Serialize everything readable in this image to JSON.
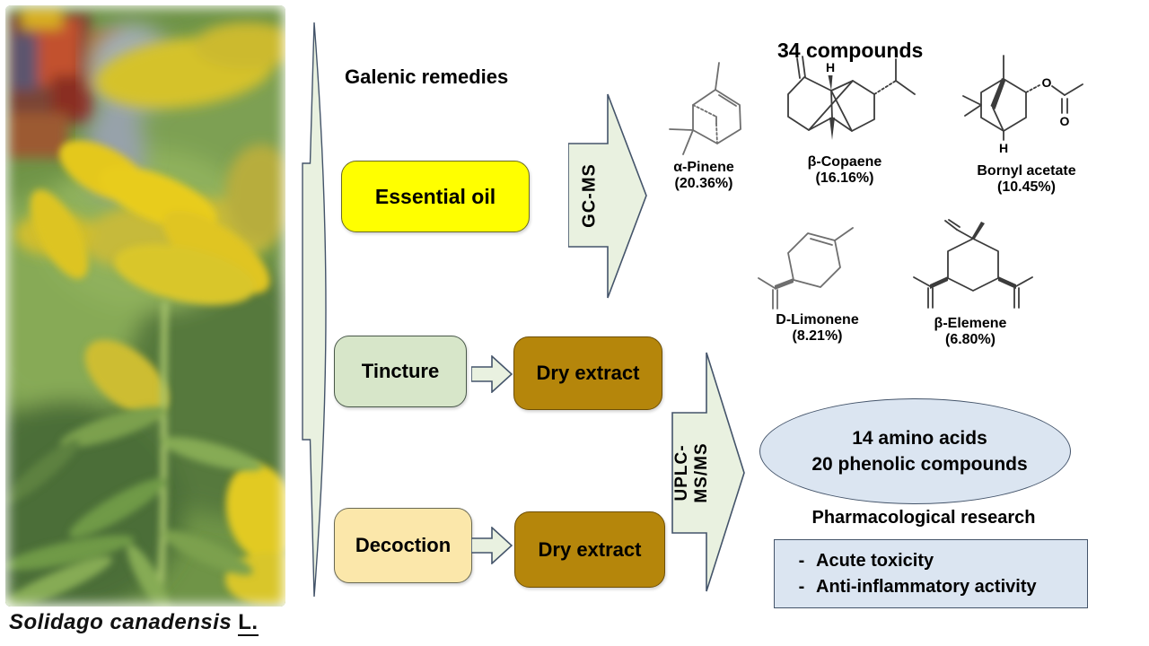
{
  "figure": {
    "species_caption": {
      "italic": "Solidago canadensis",
      "suffix": "L."
    },
    "galenic_heading": "Galenic remedies",
    "preparations": {
      "essential_oil": "Essential oil",
      "tincture": "Tincture",
      "decoction": "Decoction",
      "dry_extract": "Dry extract"
    },
    "methods": {
      "gcms": "GC-MS",
      "uplc_line1": "UPLC-",
      "uplc_line2": "MS/MS"
    },
    "gcms_results": {
      "heading": "34 compounds",
      "compounds": [
        {
          "name": "α-Pinene",
          "percent": "(20.36%)"
        },
        {
          "name": "β-Copaene",
          "percent": "(16.16%)"
        },
        {
          "name": "Bornyl acetate",
          "percent": "(10.45%)"
        },
        {
          "name": "D-Limonene",
          "percent": "(8.21%)"
        },
        {
          "name": "β-Elemene",
          "percent": "(6.80%)"
        }
      ],
      "atom_labels": {
        "o": "O",
        "h": "H"
      }
    },
    "uplc_results": {
      "line1": "14 amino acids",
      "line2": "20 phenolic compounds"
    },
    "pharma": {
      "heading": "Pharmacological research",
      "bullets": [
        {
          "dash": "-",
          "text": "Acute toxicity"
        },
        {
          "dash": "-",
          "text": "Anti-inflammatory activity"
        }
      ]
    },
    "colors": {
      "essential_oil_fill": "#ffff00",
      "tincture_fill": "#d7e6c9",
      "decoction_fill": "#fbe7aa",
      "dry_extract_fill": "#b5860b",
      "arrow_fill": "#e9f1e0",
      "arrow_stroke": "#44546a",
      "result_fill": "#dbe5f1",
      "result_stroke": "#44546a"
    }
  }
}
